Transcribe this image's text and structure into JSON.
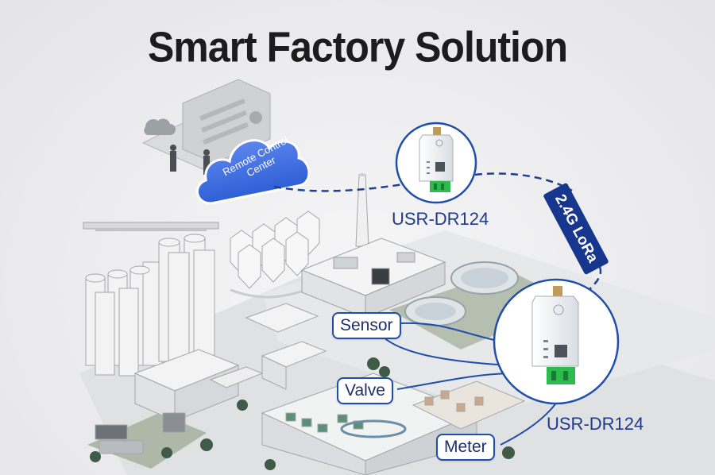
{
  "page": {
    "title": "Smart Factory Solution"
  },
  "cloud": {
    "text": "Remote Control Center"
  },
  "devices": [
    {
      "model": "USR-DR124"
    },
    {
      "model": "USR-DR124"
    }
  ],
  "link": {
    "label": "2.4G LoRa"
  },
  "endpoints": [
    {
      "label": "Sensor"
    },
    {
      "label": "Valve"
    },
    {
      "label": "Meter"
    }
  ],
  "colors": {
    "accent": "#1f4fa8",
    "dark_blue": "#17368d",
    "cloud": "#3f6fe3",
    "title": "#1c1c1c",
    "terminal_green": "#2dbb4e"
  }
}
